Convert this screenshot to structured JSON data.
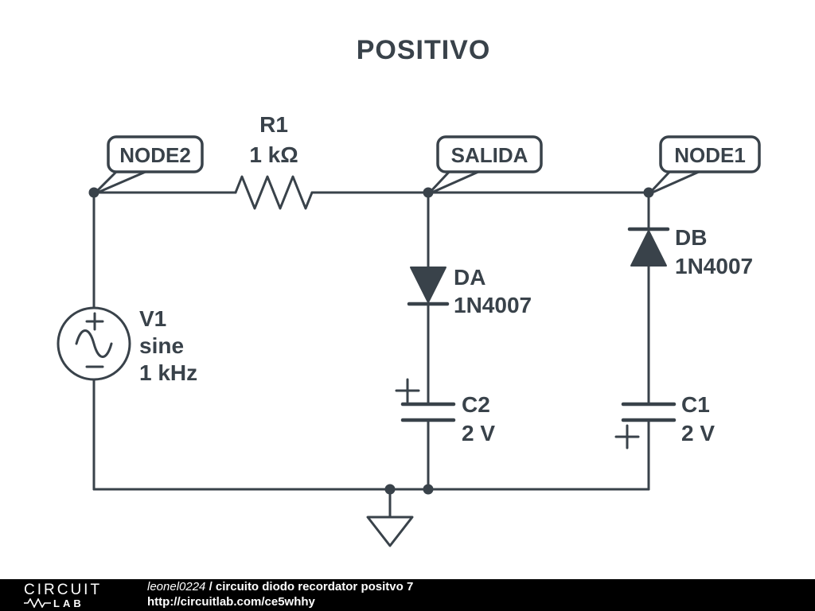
{
  "title": "POSITIVO",
  "colors": {
    "ink": "#39424a",
    "background": "#ffffff",
    "footer_bg": "#000000",
    "footer_text": "#ffffff"
  },
  "nodes": {
    "node2": "NODE2",
    "salida": "SALIDA",
    "node1": "NODE1"
  },
  "components": {
    "r1": {
      "name": "R1",
      "value": "1 kΩ"
    },
    "v1": {
      "name": "V1",
      "kind": "sine",
      "freq": "1 kHz"
    },
    "da": {
      "name": "DA",
      "value": "1N4007"
    },
    "db": {
      "name": "DB",
      "value": "1N4007"
    },
    "c2": {
      "name": "C2",
      "value": "2 V"
    },
    "c1": {
      "name": "C1",
      "value": "2 V"
    }
  },
  "footer": {
    "logo_top": "CIRCUIT",
    "logo_bottom": "LAB",
    "author": "leonel0224",
    "separator": " / ",
    "circuit_title": "circuito diodo recordator positvo 7",
    "url": "http://circuitlab.com/ce5whhy"
  }
}
